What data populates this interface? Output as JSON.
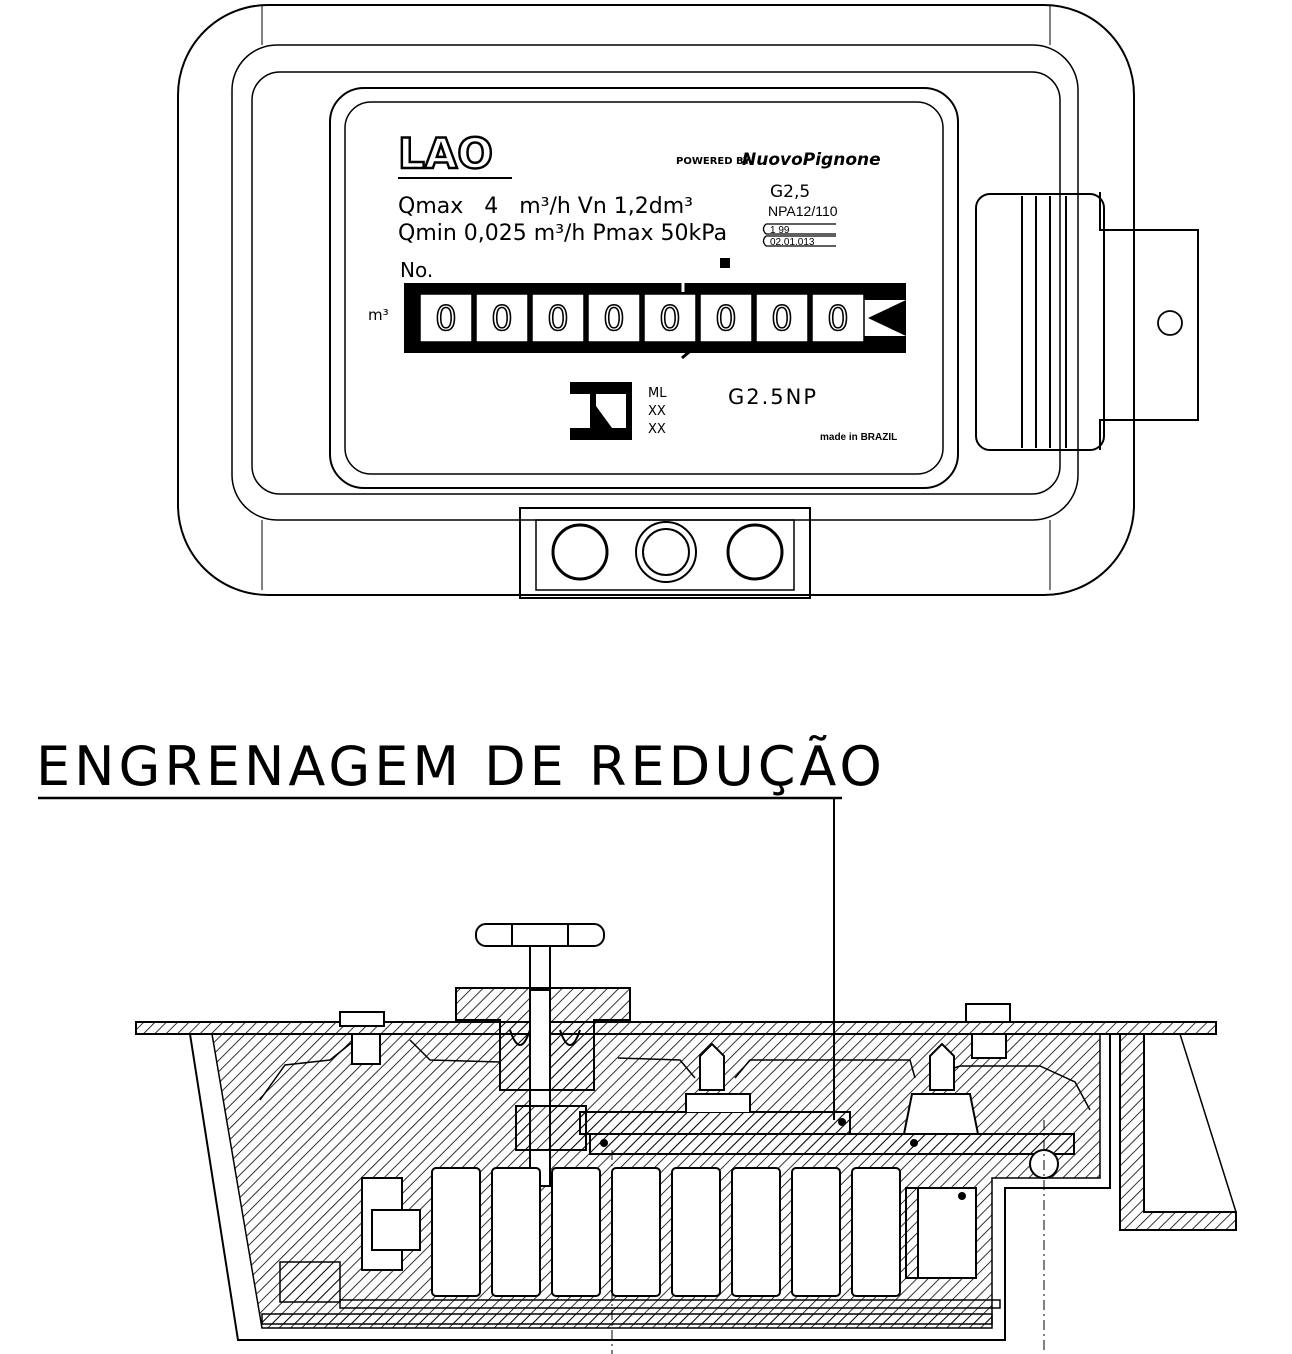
{
  "meter_face": {
    "brand_logo": "LAO",
    "powered_by": "POWERED BY",
    "partner_logo": "NuovoPignone",
    "line1": "Qmax   4   m³/h Vn 1,2dm³",
    "line2": "Qmin 0,025 m³/h Pmax 50kPa",
    "model": "G2,5",
    "code": "NPA12/110",
    "stamp_year": "1 99",
    "stamp_code": "02.01.013",
    "serial_label": "No.",
    "unit_label": "m³",
    "digits": [
      "0",
      "0",
      "0",
      "0",
      "0",
      "0",
      "0",
      "0"
    ],
    "cert_lines": [
      "ML",
      "XX",
      "XX"
    ],
    "model_tag": "G2.5NP",
    "origin": "made in BRAZIL"
  },
  "section": {
    "title": "ENGRENAGEM DE REDUÇÃO"
  }
}
